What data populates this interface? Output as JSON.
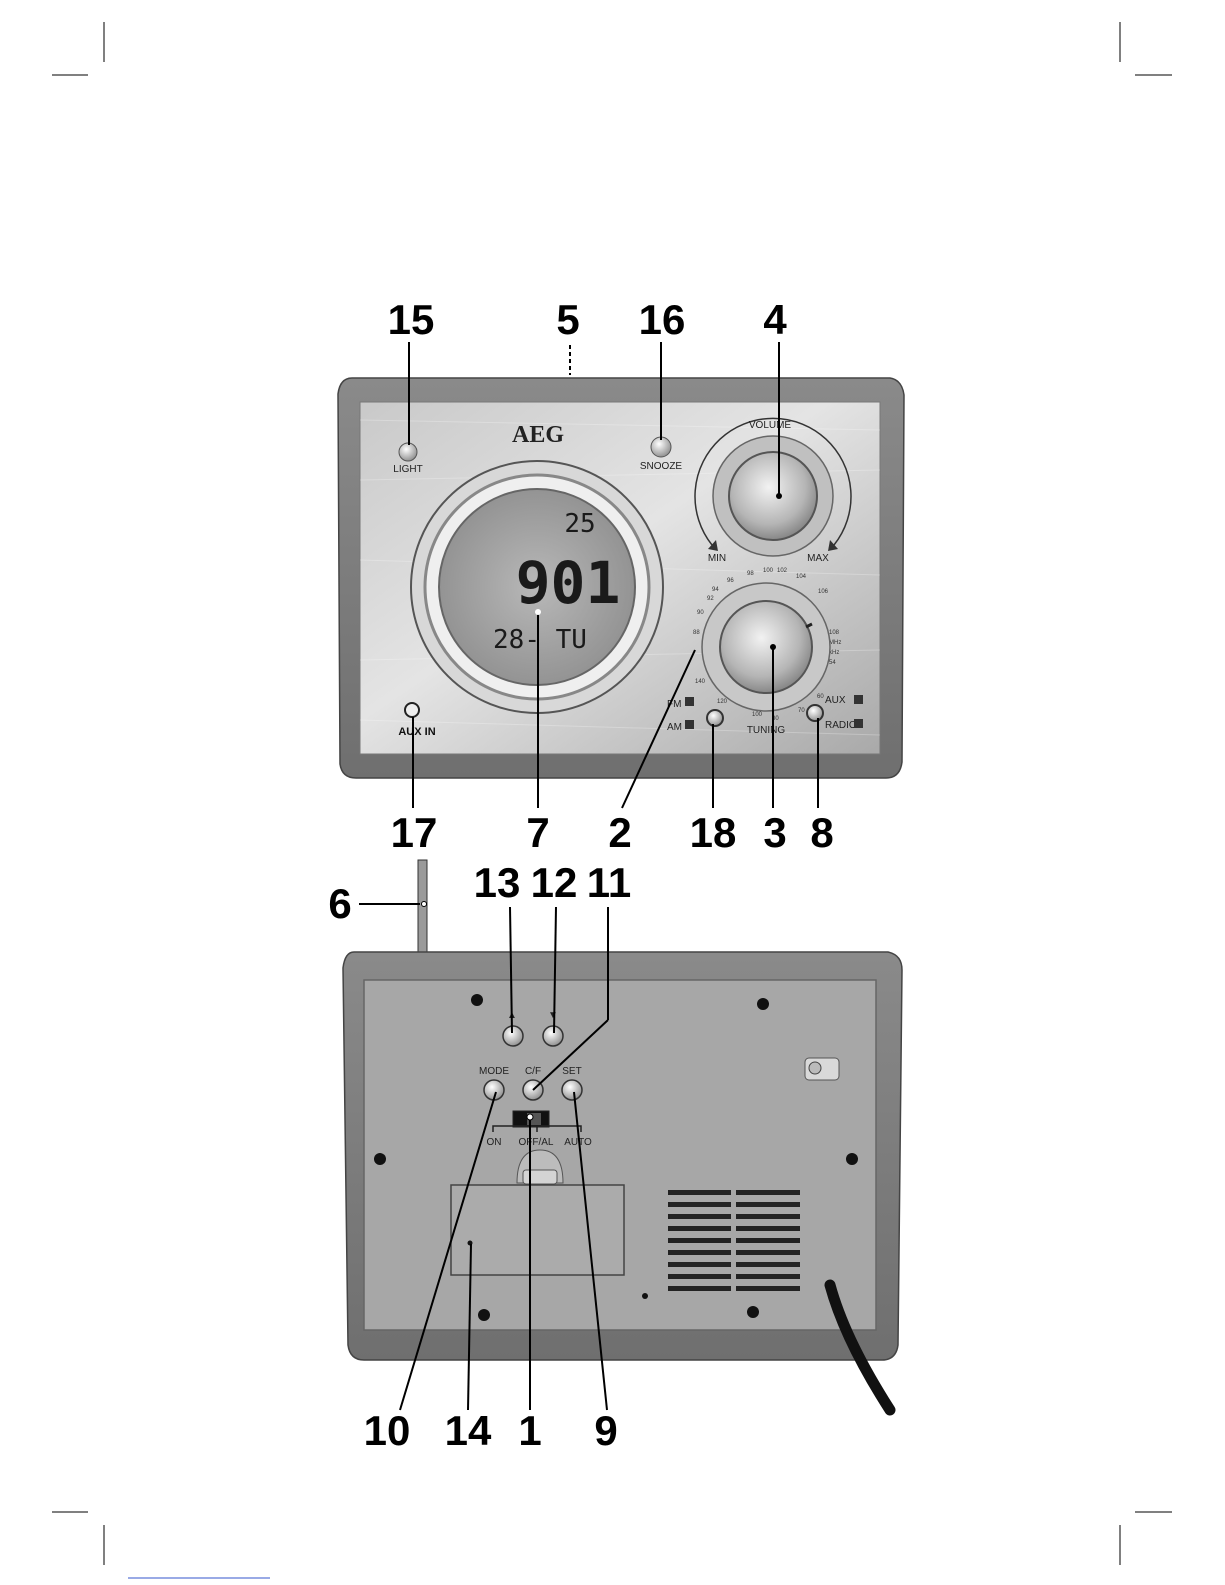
{
  "front": {
    "brand": "AEG",
    "light_label": "LIGHT",
    "snooze_label": "SNOOZE",
    "volume_label": "VOLUME",
    "vol_min": "MIN",
    "vol_max": "MAX",
    "aux_in_label": "AUX IN",
    "fm_label": "FM",
    "am_label": "AM",
    "tuning_label": "TUNING",
    "aux_label": "AUX",
    "radio_label": "RADIO",
    "lcd": {
      "temp": "25",
      "main": "901",
      "bottom": "28- TU"
    }
  },
  "back": {
    "mode_label": "MODE",
    "cf_label": "C/F",
    "set_label": "SET",
    "on_label": "ON",
    "off_al_label": "OFF/AL",
    "auto_label": "AUTO",
    "up_arrow": "▲",
    "down_arrow": "▼"
  },
  "callouts": {
    "c15": "15",
    "c5": "5",
    "c16": "16",
    "c4": "4",
    "c17": "17",
    "c7": "7",
    "c2": "2",
    "c18": "18",
    "c3": "3",
    "c8": "8",
    "c6": "6",
    "c13": "13",
    "c12": "12",
    "c11": "11",
    "c10": "10",
    "c14": "14",
    "c1": "1",
    "c9": "9"
  }
}
